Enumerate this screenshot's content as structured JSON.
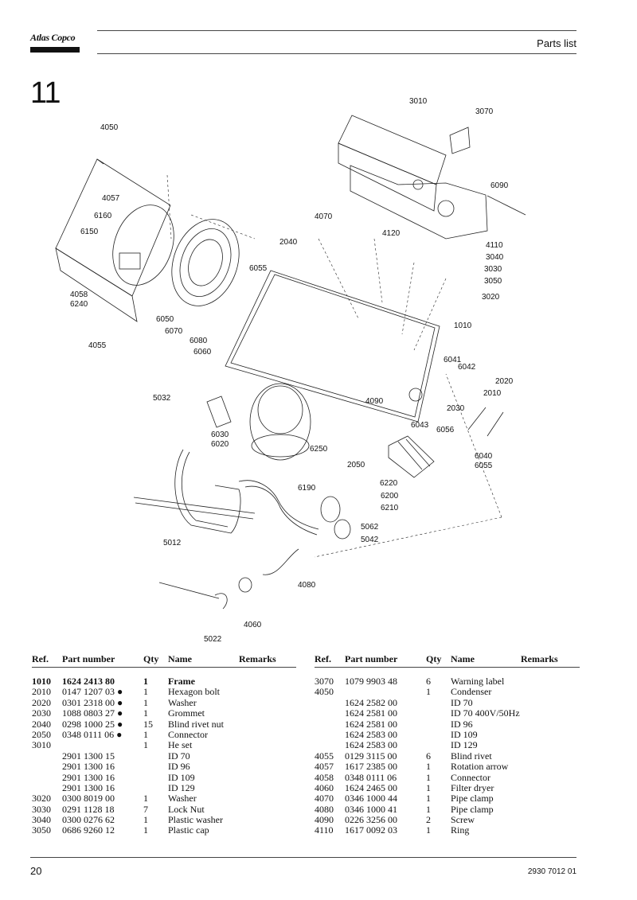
{
  "header": {
    "brand": "Atlas Copco",
    "title": "Parts list",
    "section_number": "11"
  },
  "diagram": {
    "callouts": [
      "3010",
      "3070",
      "4050",
      "6090",
      "4057",
      "6160",
      "4070",
      "6150",
      "2040",
      "4120",
      "4110",
      "3040",
      "6055",
      "3030",
      "3050",
      "4058",
      "6240",
      "3020",
      "6050",
      "6070",
      "1010",
      "4055",
      "6080",
      "6060",
      "6041",
      "6042",
      "2020",
      "2010",
      "5032",
      "4090",
      "2030",
      "6043",
      "6056",
      "6030",
      "6020",
      "6250",
      "6040",
      "6055",
      "2050",
      "6220",
      "6190",
      "6200",
      "6210",
      "5062",
      "5012",
      "5042",
      "4080",
      "4060",
      "5022"
    ]
  },
  "table": {
    "headers": {
      "ref": "Ref.",
      "part": "Part number",
      "qty": "Qty",
      "name": "Name",
      "remarks": "Remarks"
    },
    "left": [
      {
        "ref": "1010",
        "part": "1624 2413 80",
        "qty": "1",
        "name": "Frame",
        "bold": true
      },
      {
        "ref": "2010",
        "part": "0147 1207 03 ●",
        "qty": "1",
        "name": "Hexagon bolt"
      },
      {
        "ref": "2020",
        "part": "0301 2318 00 ●",
        "qty": "1",
        "name": "Washer"
      },
      {
        "ref": "2030",
        "part": "1088 0803 27 ●",
        "qty": "1",
        "name": "Grommet"
      },
      {
        "ref": "2040",
        "part": "0298 1000 25 ●",
        "qty": "15",
        "name": "Blind rivet nut"
      },
      {
        "ref": "2050",
        "part": "0348 0111 06 ●",
        "qty": "1",
        "name": "Connector"
      },
      {
        "ref": "3010",
        "part": "",
        "qty": "1",
        "name": "He set"
      },
      {
        "ref": "",
        "part": "2901 1300 15",
        "qty": "",
        "name": "ID 70"
      },
      {
        "ref": "",
        "part": "2901 1300 16",
        "qty": "",
        "name": "ID 96"
      },
      {
        "ref": "",
        "part": "2901 1300 16",
        "qty": "",
        "name": "ID 109"
      },
      {
        "ref": "",
        "part": "2901 1300 16",
        "qty": "",
        "name": "ID 129"
      },
      {
        "ref": "3020",
        "part": "0300 8019 00",
        "qty": "1",
        "name": "Washer"
      },
      {
        "ref": "3030",
        "part": "0291 1128 18",
        "qty": "7",
        "name": "Lock Nut"
      },
      {
        "ref": "3040",
        "part": "0300 0276 62",
        "qty": "1",
        "name": "Plastic washer"
      },
      {
        "ref": "3050",
        "part": "0686 9260 12",
        "qty": "1",
        "name": "Plastic cap"
      }
    ],
    "right": [
      {
        "ref": "3070",
        "part": "1079 9903 48",
        "qty": "6",
        "name": "Warning label"
      },
      {
        "ref": "4050",
        "part": "",
        "qty": "1",
        "name": "Condenser"
      },
      {
        "ref": "",
        "part": "1624 2582 00",
        "qty": "",
        "name": "ID 70"
      },
      {
        "ref": "",
        "part": "1624 2581 00",
        "qty": "",
        "name": "ID 70 400V/50Hz"
      },
      {
        "ref": "",
        "part": "1624 2581 00",
        "qty": "",
        "name": "ID 96"
      },
      {
        "ref": "",
        "part": "1624 2583 00",
        "qty": "",
        "name": "ID 109"
      },
      {
        "ref": "",
        "part": "1624 2583 00",
        "qty": "",
        "name": "ID 129"
      },
      {
        "ref": "4055",
        "part": "0129 3115 00",
        "qty": "6",
        "name": "Blind rivet"
      },
      {
        "ref": "4057",
        "part": "1617 2385 00",
        "qty": "1",
        "name": "Rotation arrow"
      },
      {
        "ref": "4058",
        "part": "0348 0111 06",
        "qty": "1",
        "name": "Connector"
      },
      {
        "ref": "4060",
        "part": "1624 2465 00",
        "qty": "1",
        "name": "Filter dryer"
      },
      {
        "ref": "4070",
        "part": "0346 1000 44",
        "qty": "1",
        "name": "Pipe clamp"
      },
      {
        "ref": "4080",
        "part": "0346 1000 41",
        "qty": "1",
        "name": "Pipe clamp"
      },
      {
        "ref": "4090",
        "part": "0226 3256 00",
        "qty": "2",
        "name": "Screw"
      },
      {
        "ref": "4110",
        "part": "1617 0092 03",
        "qty": "1",
        "name": "Ring"
      }
    ]
  },
  "footer": {
    "page": "20",
    "doc_number": "2930 7012 01"
  }
}
